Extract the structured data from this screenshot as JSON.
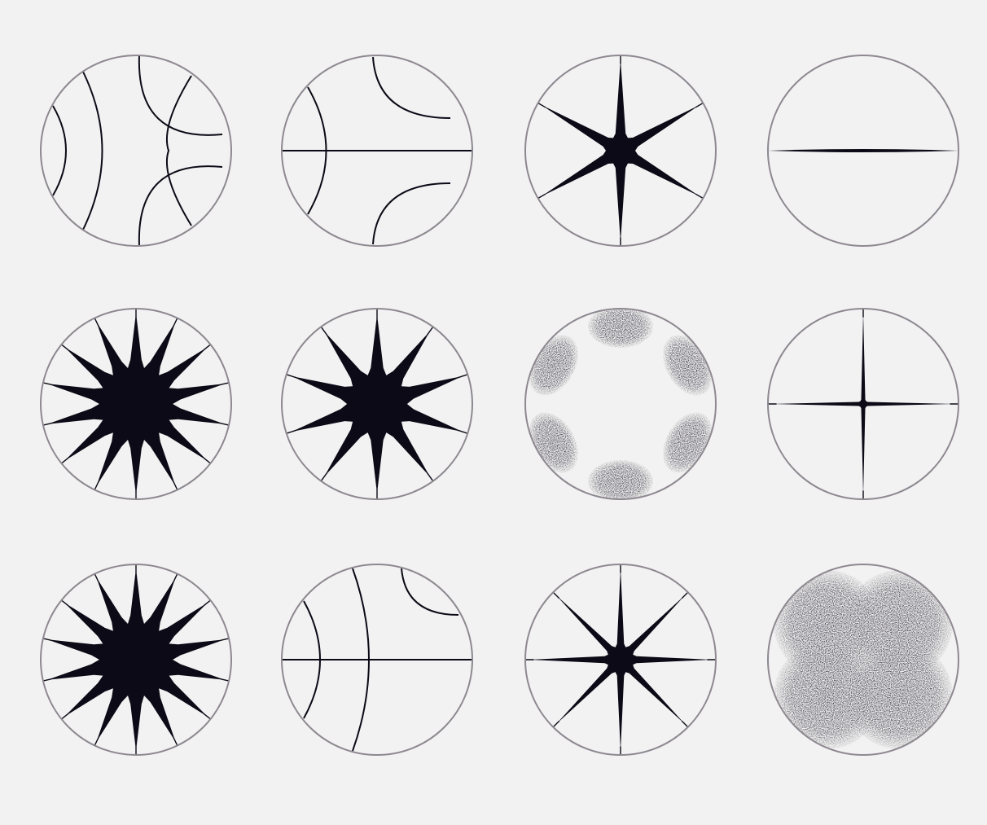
{
  "figure": {
    "rows": 3,
    "cols": 4,
    "colors": {
      "ink": "#0c0a16",
      "outline": "#8e8890",
      "background": "#f2f2f2"
    },
    "panels": [
      {
        "pattern": "arc-lines",
        "variant": "a"
      },
      {
        "pattern": "arc-lines",
        "variant": "b"
      },
      {
        "pattern": "star",
        "points": 6
      },
      {
        "pattern": "horizontal-streak"
      },
      {
        "pattern": "star",
        "points": 14
      },
      {
        "pattern": "star",
        "points": 10
      },
      {
        "pattern": "speckle-lobes",
        "lobes": 6
      },
      {
        "pattern": "star",
        "points": 4
      },
      {
        "pattern": "star",
        "points": 14
      },
      {
        "pattern": "arc-lines",
        "variant": "c"
      },
      {
        "pattern": "star",
        "points": 8
      },
      {
        "pattern": "speckle-quadrants",
        "lobes": 4
      }
    ]
  }
}
